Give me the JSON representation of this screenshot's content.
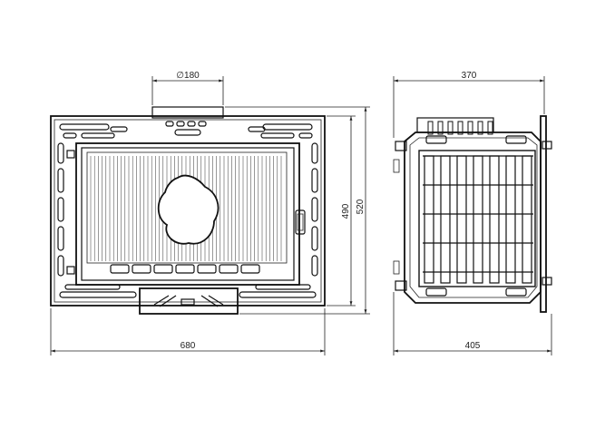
{
  "dimensions": {
    "flue_diameter": "∅180",
    "front_width": "680",
    "door_height": "490",
    "total_height": "520",
    "side_top_depth": "370",
    "side_bottom_depth": "405"
  }
}
